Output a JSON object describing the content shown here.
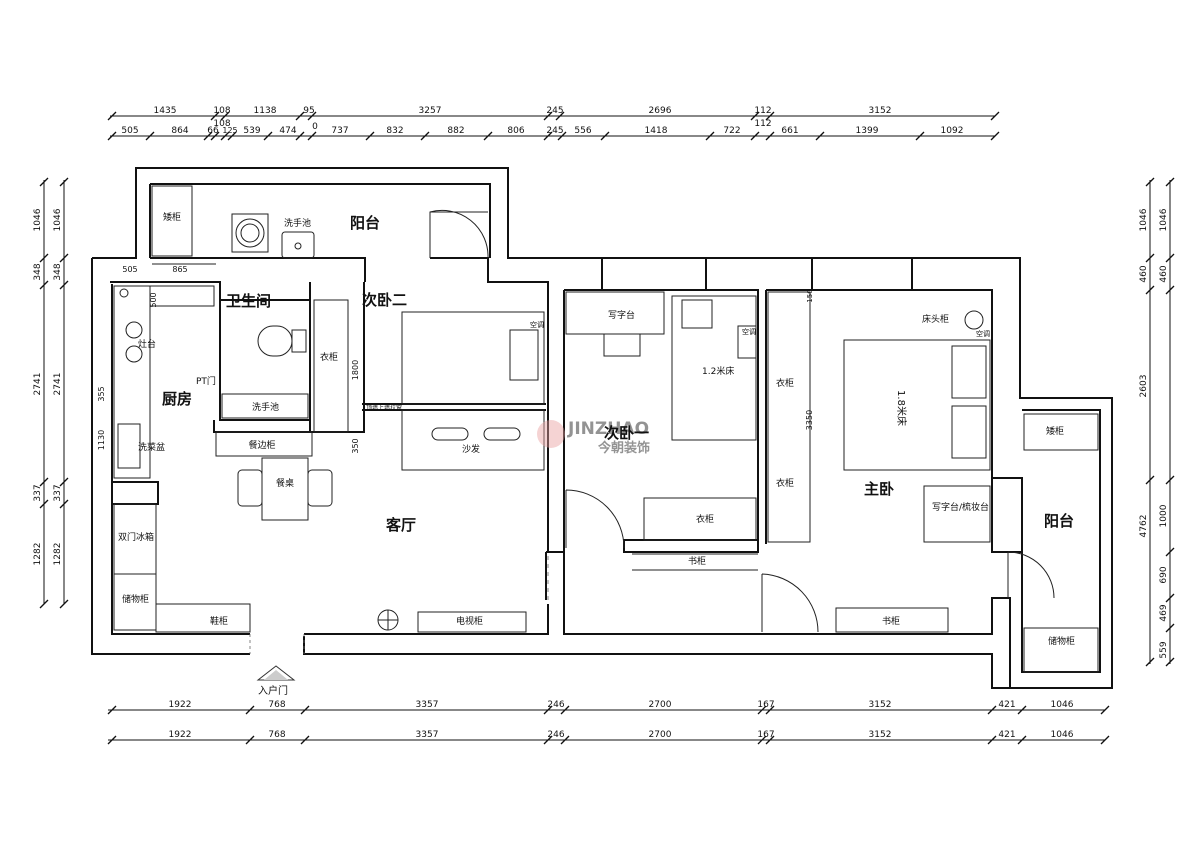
{
  "dimensions": {
    "top_row1": [
      "1435",
      "108",
      "1138",
      "95",
      "3257",
      "245",
      "2696",
      "112",
      "3152"
    ],
    "top_row2_a": [
      "505",
      "864",
      "66",
      "125",
      "539",
      "474",
      "0",
      "737",
      "832",
      "882",
      "806",
      "245",
      "556",
      "1418",
      "722",
      "661",
      "1399",
      "1092"
    ],
    "top_row2_b": [
      "108",
      "112"
    ],
    "bottom_row": [
      "1922",
      "768",
      "3357",
      "246",
      "2700",
      "167",
      "3152",
      "421",
      "1046"
    ],
    "left": [
      "1046",
      "348",
      "2741",
      "337",
      "1282"
    ],
    "right1": [
      "1046",
      "460",
      "2603",
      "4762"
    ],
    "right2": [
      "1046",
      "460",
      "1000",
      "690",
      "469",
      "559"
    ],
    "interior": [
      "505",
      "865",
      "500",
      "355",
      "1130",
      "1800",
      "350",
      "150",
      "3350"
    ]
  },
  "rooms": {
    "balcony_north": "阳台",
    "bathroom": "卫生间",
    "bedroom2": "次卧二",
    "kitchen": "厨房",
    "bedroom1": "次卧一",
    "living": "客厅",
    "master": "主卧",
    "balcony_east": "阳台"
  },
  "furniture": {
    "low_cabinet_n": "矮柜",
    "wash_basin_n": "洗手池",
    "stove": "灶台",
    "sink_kitchen": "洗菜盆",
    "pt_door": "PT门",
    "wash_basin_bath": "洗手池",
    "wardrobe_b2": "衣柜",
    "ac1": "空调",
    "wall_tv_note": "顶墙上墙拉窗",
    "sofa": "沙发",
    "sideboard": "餐边柜",
    "dining_table": "餐桌",
    "fridge": "双门冰箱",
    "storage": "储物柜",
    "shoe_cabinet": "鞋柜",
    "tv_cabinet": "电视柜",
    "desk_b1": "写字台",
    "bed_12": "1.2米床",
    "ac2": "空调",
    "wardrobe_b1": "衣柜",
    "bookcase_b1": "书柜",
    "wardrobe_m1": "衣柜",
    "wardrobe_m2": "衣柜",
    "bedside": "床头柜",
    "ac3": "空调",
    "bed_18": "1.8米床",
    "desk_master": "写字台/梳妆台",
    "bookcase_master": "书柜",
    "low_cabinet_e": "矮柜",
    "storage_e": "储物柜"
  },
  "entrance": "入户门",
  "logo": {
    "latin": "JINZHAO",
    "chinese": "今朝装饰"
  }
}
